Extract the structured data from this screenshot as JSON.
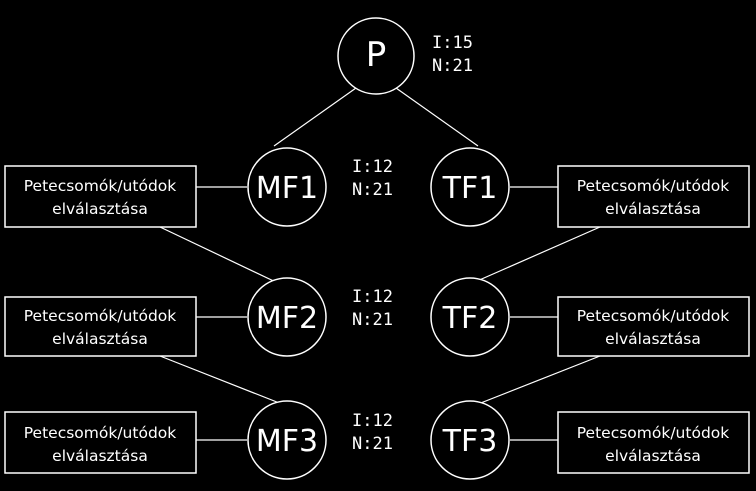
{
  "nodes": {
    "p": {
      "label": "P",
      "i": "I:15",
      "n": "N:21"
    },
    "mf1": {
      "label": "MF1",
      "i": "I:12",
      "n": "N:21"
    },
    "tf1": {
      "label": "TF1"
    },
    "mf2": {
      "label": "MF2",
      "i": "I:12",
      "n": "N:21"
    },
    "tf2": {
      "label": "TF2"
    },
    "mf3": {
      "label": "MF3",
      "i": "I:12",
      "n": "N:21"
    },
    "tf3": {
      "label": "TF3"
    }
  },
  "boxes": {
    "line1": "Petecsomók/utódok",
    "line2": "elválasztása"
  },
  "colors": {
    "background": "#000000",
    "stroke": "#ffffff",
    "text": "#ffffff"
  }
}
